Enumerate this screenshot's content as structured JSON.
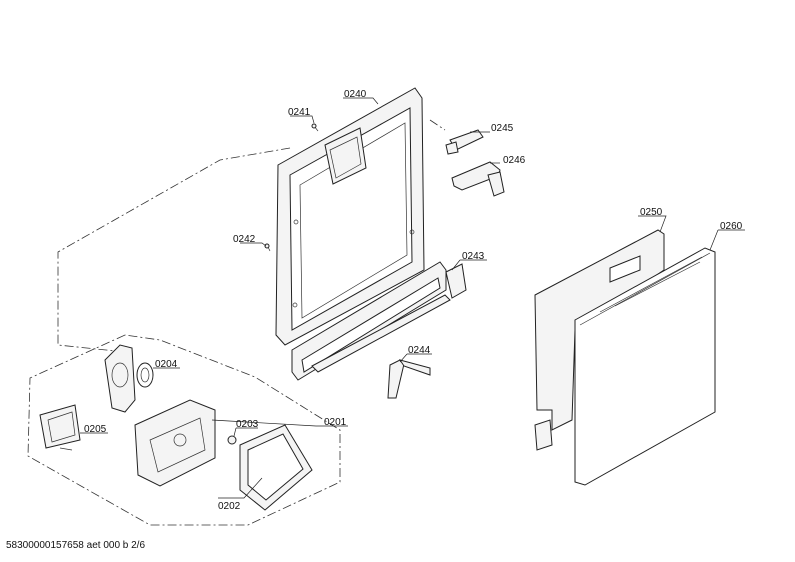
{
  "labels": {
    "p0240": "0240",
    "p0241": "0241",
    "p0242": "0242",
    "p0243": "0243",
    "p0244": "0244",
    "p0245": "0245",
    "p0246": "0246",
    "p0250": "0250",
    "p0260": "0260",
    "p0201": "0201",
    "p0202": "0202",
    "p0203": "0203",
    "p0204": "0204",
    "p0205": "0205"
  },
  "footer": "58300000157658 aet 000 b 2/6"
}
